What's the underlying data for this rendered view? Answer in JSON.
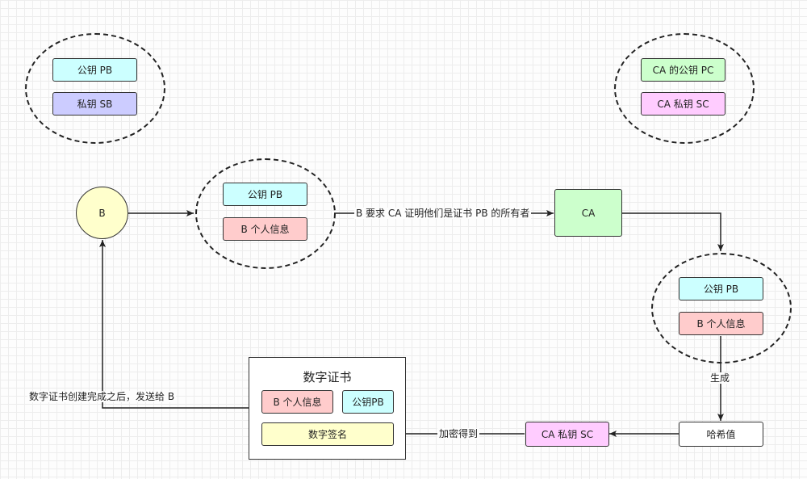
{
  "top_left": {
    "public_key": "公钥 PB",
    "private_key": "私钥 SB"
  },
  "top_right": {
    "ca_public_key": "CA 的公钥 PC",
    "ca_private_key": "CA 私钥 SC"
  },
  "b_node": "B",
  "request_group": {
    "public_key": "公钥 PB",
    "personal_info": "B 个人信息"
  },
  "request_label": "B 要求 CA 证明他们是证书 PB 的所有者",
  "ca_node": "CA",
  "ca_group": {
    "public_key": "公钥 PB",
    "personal_info": "B 个人信息"
  },
  "generate_label": "生成",
  "hash_value": "哈希值",
  "ca_private_key_box": "CA 私钥 SC",
  "encrypt_label": "加密得到",
  "certificate": {
    "title": "数字证书",
    "personal_info": "B 个人信息",
    "public_key": "公钥PB",
    "signature": "数字签名"
  },
  "send_label": "数字证书创建完成之后，发送给 B",
  "colors": {
    "cyan": "#ccffff",
    "purple": "#ccccff",
    "green": "#ccffcc",
    "pink": "#ffccff",
    "red": "#ffcccc",
    "yellow": "#ffffcc"
  }
}
